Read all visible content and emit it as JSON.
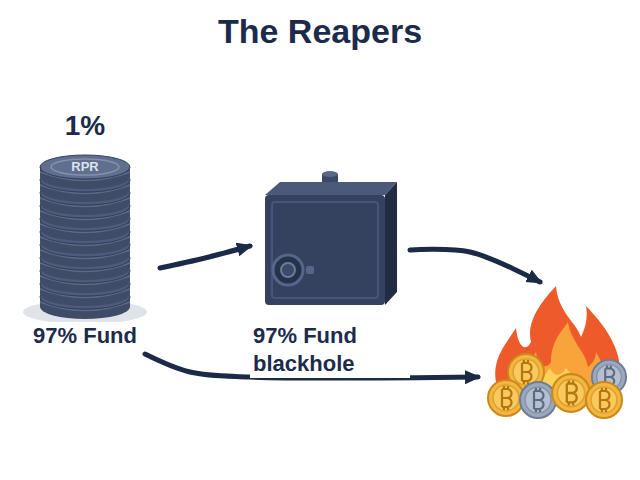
{
  "diagram": {
    "title": "The Reapers",
    "nodes": [
      {
        "text": [
          "1%",
          "RPR",
          "97% Fund"
        ]
      },
      {
        "text": [
          "97% Fund blackhole"
        ]
      },
      {
        "text": []
      }
    ],
    "edges": [
      {
        "from": 0,
        "to": 1,
        "arrow": "to"
      },
      {
        "from": 1,
        "to": 2,
        "arrow": "to"
      },
      {
        "from": 0,
        "to": 2,
        "arrow": "to"
      }
    ]
  }
}
